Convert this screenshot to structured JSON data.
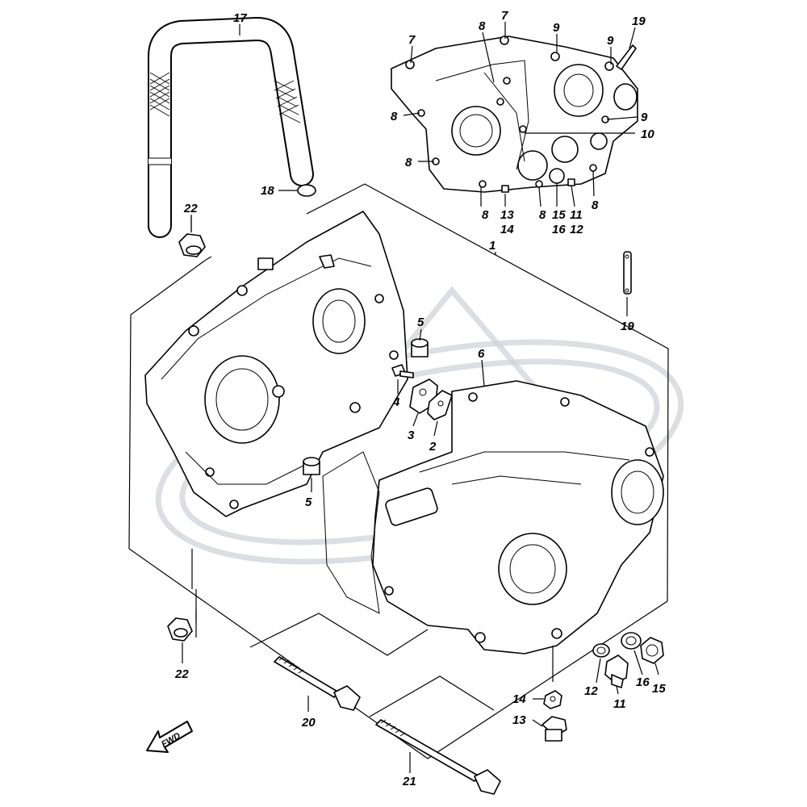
{
  "callouts": [
    {
      "id": "c17",
      "text": "17"
    },
    {
      "id": "c18",
      "text": "18"
    },
    {
      "id": "c22a",
      "text": "22"
    },
    {
      "id": "c22b",
      "text": "22"
    },
    {
      "id": "c1",
      "text": "1"
    },
    {
      "id": "c19a",
      "text": "19"
    },
    {
      "id": "c19b",
      "text": "19"
    },
    {
      "id": "c7a",
      "text": "7"
    },
    {
      "id": "c7b",
      "text": "7"
    },
    {
      "id": "c8a",
      "text": "8"
    },
    {
      "id": "c8b",
      "text": "8"
    },
    {
      "id": "c8c",
      "text": "8"
    },
    {
      "id": "c8d",
      "text": "8"
    },
    {
      "id": "c8e",
      "text": "8"
    },
    {
      "id": "c8f",
      "text": "8"
    },
    {
      "id": "c9a",
      "text": "9"
    },
    {
      "id": "c9b",
      "text": "9"
    },
    {
      "id": "c9c",
      "text": "9"
    },
    {
      "id": "c10",
      "text": "10"
    },
    {
      "id": "c13a",
      "text": "13"
    },
    {
      "id": "c14a",
      "text": "14"
    },
    {
      "id": "c15a",
      "text": "15"
    },
    {
      "id": "c16a",
      "text": "16"
    },
    {
      "id": "c11a",
      "text": "11"
    },
    {
      "id": "c12a",
      "text": "12"
    },
    {
      "id": "c5a",
      "text": "5"
    },
    {
      "id": "c5b",
      "text": "5"
    },
    {
      "id": "c6",
      "text": "6"
    },
    {
      "id": "c4",
      "text": "4"
    },
    {
      "id": "c3",
      "text": "3"
    },
    {
      "id": "c2",
      "text": "2"
    },
    {
      "id": "c20",
      "text": "20"
    },
    {
      "id": "c21",
      "text": "21"
    },
    {
      "id": "c14b",
      "text": "14"
    },
    {
      "id": "c13b",
      "text": "13"
    },
    {
      "id": "c12b",
      "text": "12"
    },
    {
      "id": "c11b",
      "text": "11"
    },
    {
      "id": "c16b",
      "text": "16"
    },
    {
      "id": "c15b",
      "text": "15"
    }
  ],
  "fwd_label": "FWD",
  "colors": {
    "line": "#000000",
    "background": "#ffffff",
    "watermark": "#cfd4da"
  }
}
